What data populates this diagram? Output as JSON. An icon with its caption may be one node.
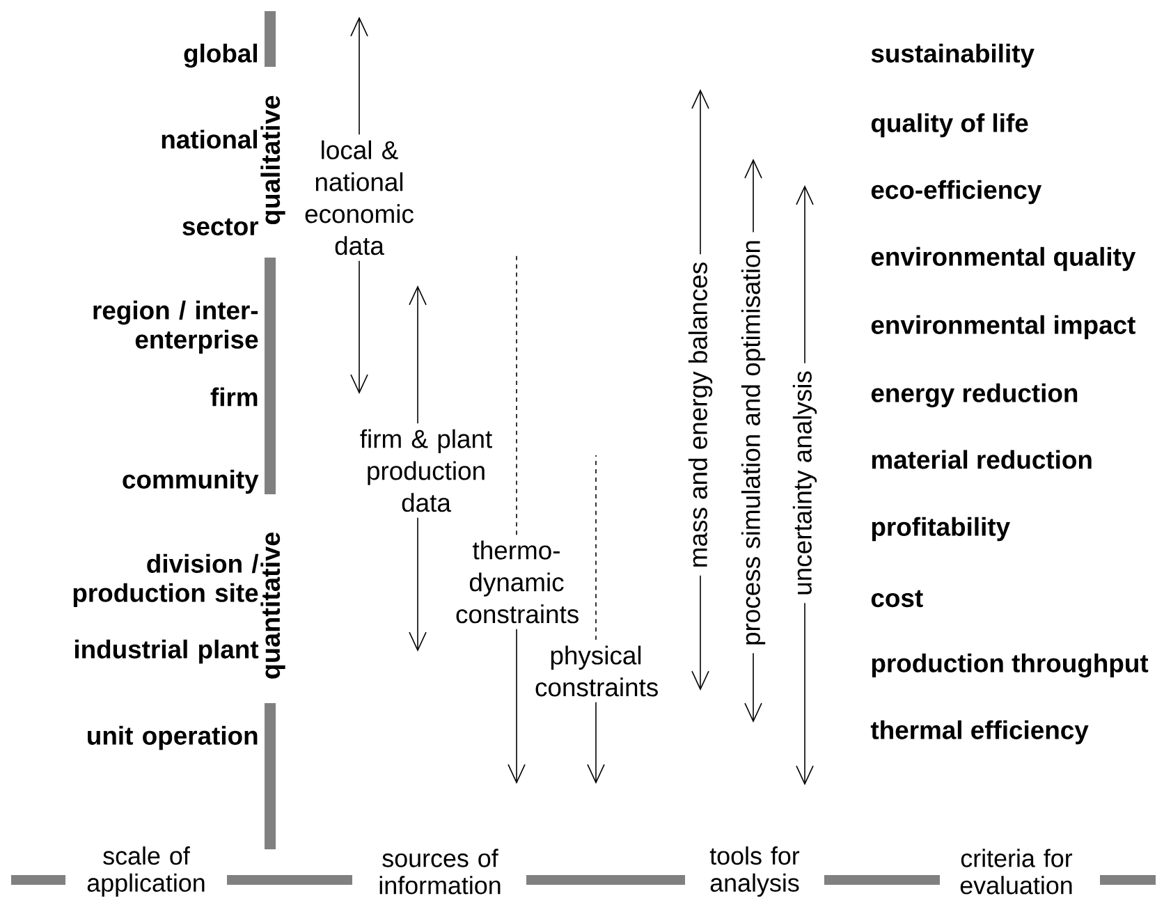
{
  "diagram": {
    "nodes": [
      {
        "text": [
          "local & national economic data"
        ]
      },
      {
        "text": [
          "firm & plant production data"
        ]
      },
      {
        "text": [
          "thermo-dynamic constraints"
        ]
      },
      {
        "text": [
          "physical constraints"
        ]
      },
      {
        "text": [
          "mass and energy balances"
        ]
      },
      {
        "text": [
          "process simulation and optimisation"
        ]
      },
      {
        "text": [
          "uncertainty analysis"
        ]
      }
    ],
    "edges": [
      {
        "from": 0,
        "to": null,
        "arrow": "to"
      },
      {
        "from": 0,
        "to": null,
        "arrow": "to"
      },
      {
        "from": 1,
        "to": null,
        "arrow": "to"
      },
      {
        "from": 1,
        "to": null,
        "arrow": "to"
      },
      {
        "from": 2,
        "to": null,
        "arrow": "none",
        "style": "dashed"
      },
      {
        "from": 2,
        "to": null,
        "arrow": "to"
      },
      {
        "from": 3,
        "to": null,
        "arrow": "none",
        "style": "dashed"
      },
      {
        "from": 3,
        "to": null,
        "arrow": "to"
      },
      {
        "from": 4,
        "to": null,
        "arrow": "to"
      },
      {
        "from": 4,
        "to": null,
        "arrow": "to"
      },
      {
        "from": 5,
        "to": null,
        "arrow": "to"
      },
      {
        "from": 5,
        "to": null,
        "arrow": "to"
      },
      {
        "from": 6,
        "to": null,
        "arrow": "to"
      },
      {
        "from": 6,
        "to": null,
        "arrow": "to"
      }
    ],
    "labels": [
      "global",
      "national",
      "sector",
      "region / inter-enterprise",
      "firm",
      "community",
      "division / production site",
      "industrial plant",
      "unit operation",
      "qualitative",
      "quantitative",
      "sustainability",
      "quality of life",
      "eco-efficiency",
      "environmental quality",
      "environmental impact",
      "energy reduction",
      "material reduction",
      "profitability",
      "cost",
      "production throughput",
      "thermal efficiency",
      "scale of application",
      "sources of information",
      "tools for analysis",
      "criteria for evaluation"
    ]
  }
}
